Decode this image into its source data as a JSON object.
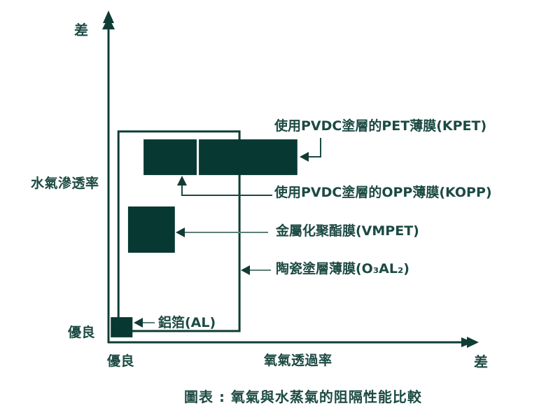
{
  "colors": {
    "fill": "#083832",
    "axis": "#0f3d36",
    "text": "#1c4a43",
    "connector": "#5e7f78",
    "arrowhead": "#123b35",
    "background": "#ffffff"
  },
  "axes": {
    "y_top_label": "差",
    "y_axis_title": "水氣滲透率",
    "y_bottom_label": "優良",
    "x_left_label": "優良",
    "x_axis_title": "氧氣透過率",
    "x_right_label": "差"
  },
  "materials": {
    "kpet": "使用PVDC塗層的PET薄膜(KPET)",
    "kopp": "使用PVDC塗層的OPP薄膜(KOPP)",
    "vmpet": "金屬化聚酯膜(VMPET)",
    "o3al2": "陶瓷塗層薄膜(O₃AL₂)",
    "al": "鋁箔(AL)"
  },
  "caption": "圖表 : 氧氣與水蒸氣的阻隔性能比較",
  "chart_data": {
    "type": "scatter",
    "title": "圖表 : 氧氣與水蒸氣的阻隔性能比較",
    "xlabel": "氧氣透過率",
    "ylabel": "水氣滲透率",
    "x_scale": "qualitative: 優良 (left, good barrier) → 差 (right, poor barrier)",
    "y_scale": "qualitative: 優良 (bottom, good barrier) → 差 (top, poor barrier)",
    "grid": false,
    "legend": "arrow-annotated regions",
    "regions": [
      {
        "id": "o3al2",
        "label": "陶瓷塗層薄膜(O₃AL₂)",
        "shape": "outline",
        "x_frac": [
          0.027,
          0.355
        ],
        "y_frac": [
          0.032,
          0.636
        ]
      },
      {
        "id": "kopp",
        "label": "使用PVDC塗層的OPP薄膜(KOPP)",
        "shape": "filled",
        "x_frac": [
          0.095,
          0.239
        ],
        "y_frac": [
          0.504,
          0.612
        ]
      },
      {
        "id": "kpet",
        "label": "使用PVDC塗層的PET薄膜(KPET)",
        "shape": "filled",
        "x_frac": [
          0.245,
          0.512
        ],
        "y_frac": [
          0.504,
          0.612
        ]
      },
      {
        "id": "vmpet",
        "label": "金屬化聚酯膜(VMPET)",
        "shape": "filled",
        "x_frac": [
          0.053,
          0.18
        ],
        "y_frac": [
          0.269,
          0.409
        ]
      },
      {
        "id": "al",
        "label": "鋁箔(AL)",
        "shape": "filled",
        "x_frac": [
          0.006,
          0.065
        ],
        "y_frac": [
          0.013,
          0.074
        ]
      }
    ]
  }
}
